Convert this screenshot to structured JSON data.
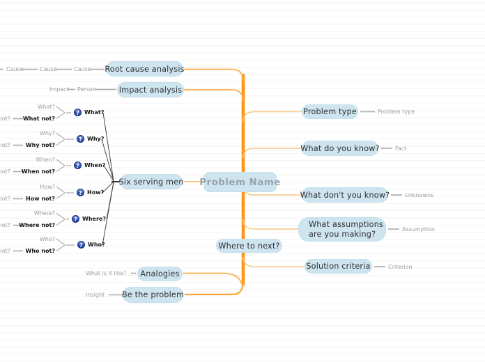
{
  "colors": {
    "node_bg": "#cee5f0",
    "trunk_orange": "#ff9410",
    "branch_orange_mid": "#ffad47",
    "branch_orange_light": "#f9c684",
    "gray_line": "#a8a8a8",
    "dark_line": "#474747",
    "leaf_text": "#9a9a9a",
    "node_text": "#2f2f2f",
    "center_text": "#97a4ae",
    "icon_blue": "#2b51b0",
    "rule_line": "#f6f3f3"
  },
  "center": {
    "label": "Problem Name"
  },
  "left": {
    "root_cause": {
      "label": "Root cause analysis",
      "chain": [
        "Cause",
        "Cause",
        "Cause"
      ]
    },
    "impact": {
      "label": "Impact analysis",
      "chain": [
        "Impact",
        "Person"
      ]
    },
    "six": {
      "label": "Six serving men",
      "icon_glyph": "?",
      "rows": [
        {
          "q": "What?",
          "alt": "What?",
          "not": "What not?",
          "far": "What not?"
        },
        {
          "q": "Why?",
          "alt": "Why?",
          "not": "Why not?",
          "far": "Why not?"
        },
        {
          "q": "When?",
          "alt": "When?",
          "not": "When not?",
          "far": "When not?"
        },
        {
          "q": "How?",
          "alt": "How?",
          "not": "How not?",
          "far": "How not?"
        },
        {
          "q": "Where?",
          "alt": "Where?",
          "not": "Where not?",
          "far": "Where not?"
        },
        {
          "q": "Who?",
          "alt": "Who?",
          "not": "Who not?",
          "far": "Who not?"
        }
      ]
    },
    "analogies": {
      "label": "Analogies",
      "leaf": "What is it like?"
    },
    "be_problem": {
      "label": "Be the problem",
      "leaf": "Insight"
    }
  },
  "right": {
    "problem_type": {
      "label": "Problem type",
      "leaf": "Problem type"
    },
    "know": {
      "label": "What do you know?",
      "leaf": "Fact"
    },
    "dont_know": {
      "label": "What don't you know?",
      "leaf": "Unknowns"
    },
    "assumptions": {
      "line1": "What assumptions",
      "line2": "are you making?",
      "leaf": "Assumption"
    },
    "where_next": {
      "label": "Where to next?"
    },
    "criteria": {
      "label": "Solution criteria",
      "leaf": "Criterion"
    }
  }
}
